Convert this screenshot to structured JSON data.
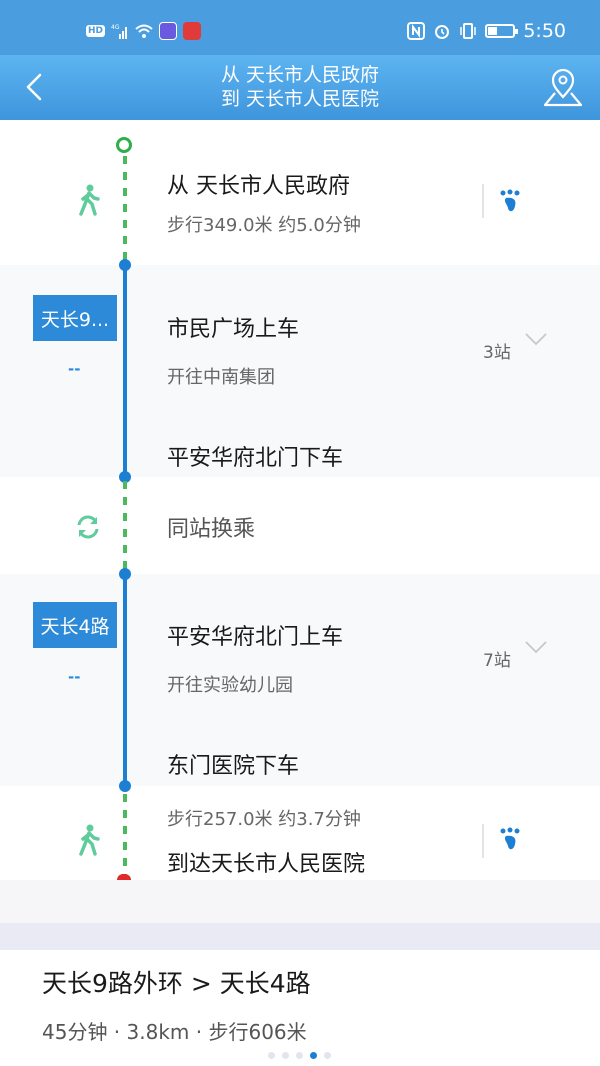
{
  "status_bar": {
    "left_icons": [
      "hd-icon",
      "signal-4g-icon",
      "wifi-icon",
      "music-app-icon",
      "book-app-icon"
    ],
    "hd_label": "HD",
    "right_icons": [
      "nfc-icon",
      "alarm-icon",
      "vibrate-icon",
      "battery-icon"
    ],
    "time": "5:50"
  },
  "header": {
    "from_line": "从 天长市人民政府",
    "to_line": "到 天长市人民医院",
    "back_icon": "chevron-left-icon",
    "map_icon": "location-pin-icon"
  },
  "steps": [
    {
      "type": "walk",
      "title": "从 天长市人民政府",
      "detail": "步行349.0米 约5.0分钟",
      "icon": "walk-icon",
      "action_icon": "footprint-icon"
    },
    {
      "type": "bus",
      "route_badge": "天长9...",
      "route_extra": "--",
      "board": "市民广场上车",
      "direction": "开往中南集团",
      "alight": "平安华府北门下车",
      "stops": "3站"
    },
    {
      "type": "transfer",
      "text": "同站换乘",
      "icon": "transfer-icon"
    },
    {
      "type": "bus",
      "route_badge": "天长4路",
      "route_extra": "--",
      "board": "平安华府北门上车",
      "direction": "开往实验幼儿园",
      "alight": "东门医院下车",
      "stops": "7站"
    },
    {
      "type": "walk",
      "detail": "步行257.0米 约3.7分钟",
      "title": "到达天长市人民医院",
      "icon": "walk-icon",
      "action_icon": "footprint-icon"
    }
  ],
  "summary": {
    "route": "天长9路外环 > 天长4路",
    "info": "45分钟 · 3.8km · 步行606米",
    "page_count": 5,
    "active_page": 4
  },
  "colors": {
    "header_blue": "#4a9ee0",
    "route_blue": "#1d7fd4",
    "walk_green": "#4cba5c",
    "walk_icon_green": "#5fcc9c",
    "end_red": "#e02a2a"
  }
}
